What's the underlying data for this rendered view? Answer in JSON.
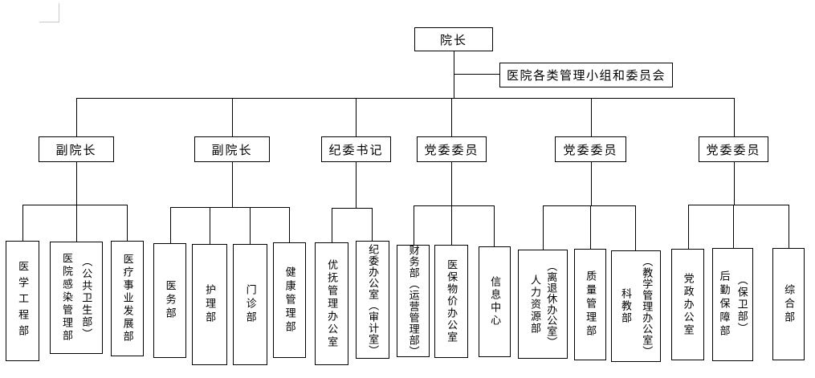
{
  "org_chart": {
    "root": {
      "label": "院长"
    },
    "committee": {
      "label": "医院各类管理小组和委员会"
    },
    "level2": [
      {
        "label": "副院长"
      },
      {
        "label": "副院长"
      },
      {
        "label": "纪委书记"
      },
      {
        "label": "党委委员"
      },
      {
        "label": "党委委员"
      },
      {
        "label": "党委委员"
      }
    ],
    "level3": [
      {
        "label": "医学工程部"
      },
      {
        "label": "医院感染管理部",
        "sub": "（公共卫生部）"
      },
      {
        "label": "医疗事业发展部"
      },
      {
        "label": "医务部"
      },
      {
        "label": "护理部"
      },
      {
        "label": "门诊部"
      },
      {
        "label": "健康管理部"
      },
      {
        "label": "优抚管理办公室"
      },
      {
        "label": "纪委办公室（审计室）"
      },
      {
        "label": "财务部（运营管理部）"
      },
      {
        "label": "医保物价办公室"
      },
      {
        "label": "信息中心"
      },
      {
        "label": "人力资源部",
        "sub": "（离退休办公室）"
      },
      {
        "label": "质量管理部"
      },
      {
        "label": "科教部",
        "sub": "（教学管理办公室）"
      },
      {
        "label": "党政办公室"
      },
      {
        "label": "后勤保障部",
        "sub": "（保卫部）"
      },
      {
        "label": "综合部"
      }
    ],
    "colors": {
      "line": "#000000",
      "background": "#ffffff",
      "crop_mark": "#c8c8c8"
    }
  }
}
